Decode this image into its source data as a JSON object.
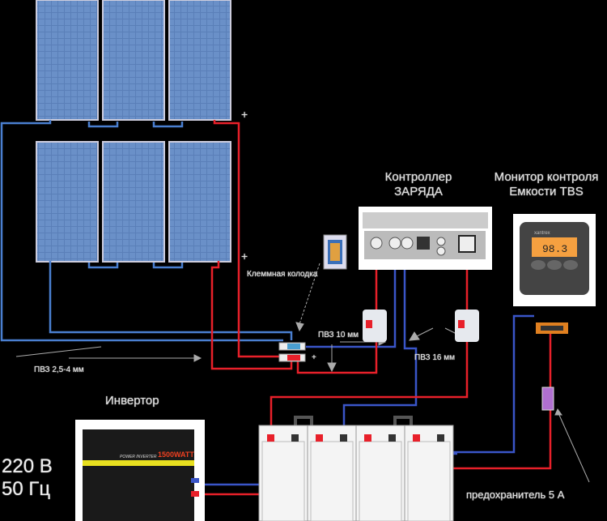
{
  "labels": {
    "controller": [
      "Контроллер",
      "ЗАРЯДА"
    ],
    "monitor": [
      "Монитор контроля",
      "Емкости TBS"
    ],
    "terminal_block": "Клеммная колодка",
    "cable_10": "ПВЗ 10 мм",
    "cable_16": "ПВЗ 16 мм",
    "cable_panels": "ПВЗ 2,5-4 мм",
    "inverter": "Инвертор",
    "output": [
      "220 В",
      "50 Гц"
    ],
    "fuse": "предохранитель 5 А",
    "plus_top": "+",
    "plus_mid": "+",
    "plus_block": "+"
  },
  "devices": {
    "monitor_brand": "xantrex",
    "monitor_reading": "98.3",
    "inverter_rating": "1500WATT",
    "inverter_name": "POWER INVERTER"
  },
  "colors": {
    "positive_wire": "#e8202a",
    "negative_wire": "#3a55c8",
    "panel_wire": "#4a7fd0",
    "solar_panel": "#5a7fb8",
    "monitor_display": "#f5a040",
    "fuse": "#b070d0"
  }
}
